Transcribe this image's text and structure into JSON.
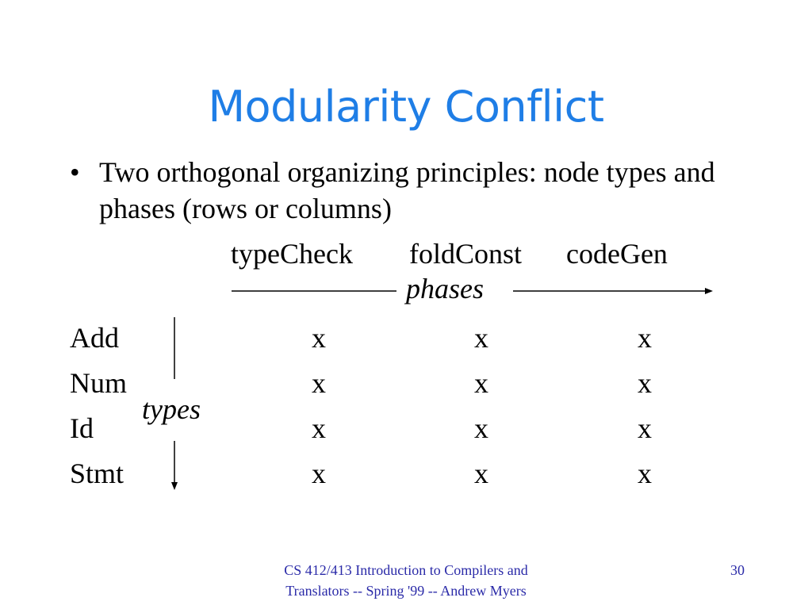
{
  "slide": {
    "title": "Modularity Conflict",
    "bullet_marker": "•",
    "bullet_text": "Two orthogonal organizing principles: node types and phases (rows or columns)"
  },
  "table": {
    "phase_axis_label": "phases",
    "type_axis_label": "types",
    "columns": [
      "typeCheck",
      "foldConst",
      "codeGen"
    ],
    "rows": [
      {
        "label": "Add",
        "cells": [
          "x",
          "x",
          "x"
        ]
      },
      {
        "label": "Num",
        "cells": [
          "x",
          "x",
          "x"
        ]
      },
      {
        "label": "Id",
        "cells": [
          "x",
          "x",
          "x"
        ]
      },
      {
        "label": "Stmt",
        "cells": [
          "x",
          "x",
          "x"
        ]
      }
    ]
  },
  "footer": {
    "course_text": "CS 412/413 Introduction to Compilers and Translators -- Spring '99 -- Andrew Myers",
    "page_number": "30"
  },
  "colors": {
    "title": "#1f7ee6",
    "footer": "#2a2aa8",
    "text": "#000000"
  }
}
